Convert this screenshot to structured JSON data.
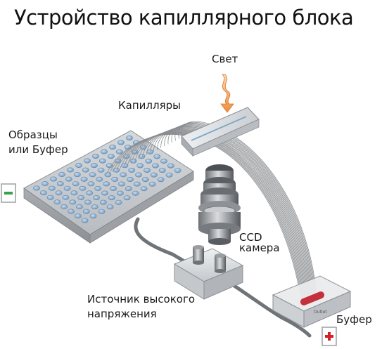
{
  "title": "Устройство капиллярного блока",
  "labels": {
    "light": "Свет",
    "capillaries": "Капилляры",
    "samples_line1": "Образцы",
    "samples_line2": "или Буфер",
    "ccd_line1": "CCD",
    "ccd_line2": "камера",
    "hv_line1": "Источник высокого",
    "hv_line2": "напряжения",
    "buffer": "Буфер",
    "outlet": "Outlet"
  },
  "colors": {
    "tray": "#c7cace",
    "well": "#8fb3d6",
    "light_arrow": "#f0a35a",
    "electrode_box": "#e6e8ea",
    "capillary_line": "#8a8d90"
  },
  "icons": {
    "minus_terminal": "minus-sign",
    "plus_terminal": "plus-sign"
  }
}
